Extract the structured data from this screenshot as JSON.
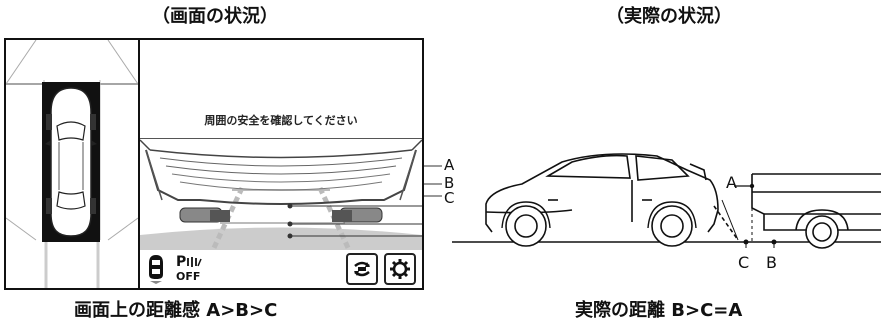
{
  "left": {
    "heading": "（画面の状況）",
    "banner_text": "周囲の安全を確認してください",
    "labels": {
      "a": "A",
      "b": "B",
      "c": "C"
    },
    "parking_sensor": {
      "symbol": "P",
      "state": "OFF"
    },
    "caption": "画面上の距離感 A>B>C"
  },
  "right": {
    "heading": "（実際の状況）",
    "labels": {
      "a": "A",
      "c": "C",
      "b": "B"
    },
    "caption": "実際の距離 B>C=A"
  },
  "icons": [
    "car-top-view-icon",
    "parking-sensor-icon",
    "camera-switch-icon",
    "settings-gear-icon"
  ]
}
